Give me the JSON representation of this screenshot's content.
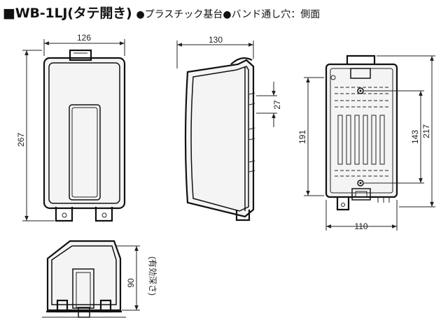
{
  "header": {
    "model": "■WB-1LJ(タテ開き)",
    "description": "●プラスチック基台●バンド通し穴：側面"
  },
  "dimensions": {
    "front_width": "126",
    "front_height": "267",
    "side_depth": "130",
    "side_hole_pitch": "27",
    "back_width": "110",
    "back_height_outer": "217",
    "back_height_inner": "191",
    "back_hole_pitch": "143",
    "bottom_depth": "90",
    "bottom_depth_note": "(有効深さ)"
  }
}
